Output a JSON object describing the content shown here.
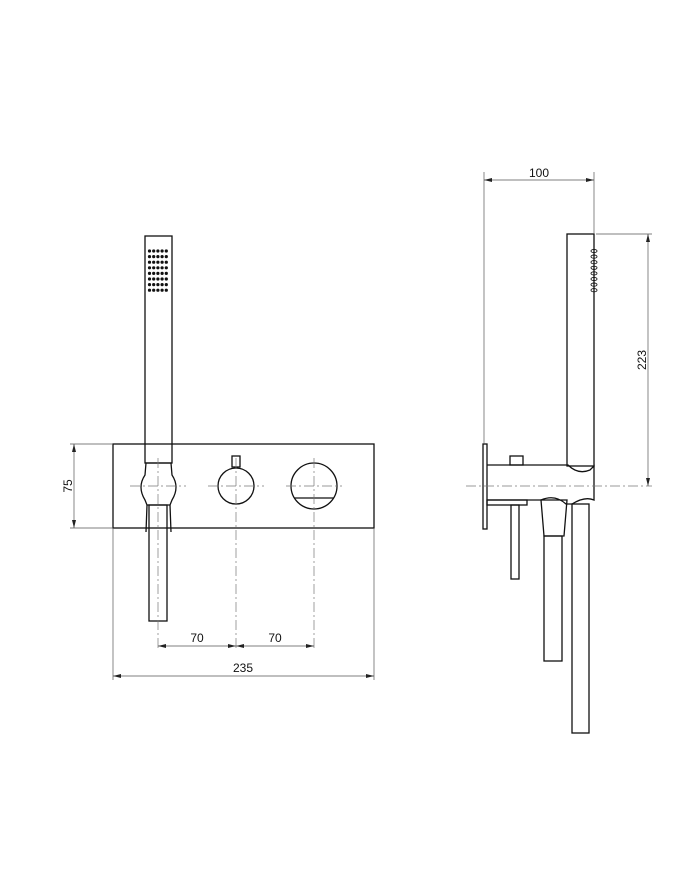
{
  "front_view": {
    "dim_height": "75",
    "dim_spacing_left": "70",
    "dim_spacing_right": "70",
    "dim_total_width": "235"
  },
  "side_view": {
    "dim_depth": "100",
    "dim_handshower_height": "223"
  },
  "colors": {
    "line": "#111111",
    "dimension": "#555555"
  }
}
